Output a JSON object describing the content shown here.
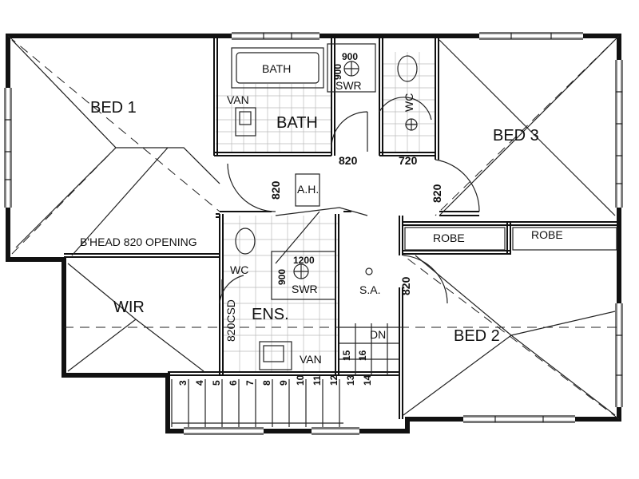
{
  "rooms": {
    "bed1": "BED 1",
    "bed2": "BED 2",
    "bed3": "BED 3",
    "bath_room": "BATH",
    "bath_tub": "BATH",
    "van_bath": "VAN",
    "van_ens": "VAN",
    "wc_bath": "WC",
    "wc_ens": "WC",
    "wir": "WIR",
    "ens": "ENS.",
    "ah": "A.H.",
    "sa": "S.A.",
    "robe_left": "ROBE",
    "robe_right": "ROBE",
    "dn": "DN",
    "bhead": "B'HEAD 820 OPENING",
    "swr_bath": "SWR",
    "swr_ens": "SWR",
    "csd": "820CSD"
  },
  "dimensions": {
    "swr_bath_w": "900",
    "swr_bath_d": "900",
    "swr_ens_w": "1200",
    "swr_ens_d": "900",
    "door_bath": "820",
    "door_wc": "720",
    "door_bed1": "820",
    "door_bed3": "820",
    "door_bed2": "820"
  },
  "stairs": [
    "3",
    "4",
    "5",
    "6",
    "7",
    "8",
    "9",
    "10",
    "11",
    "12",
    "13",
    "14",
    "15",
    "16"
  ]
}
